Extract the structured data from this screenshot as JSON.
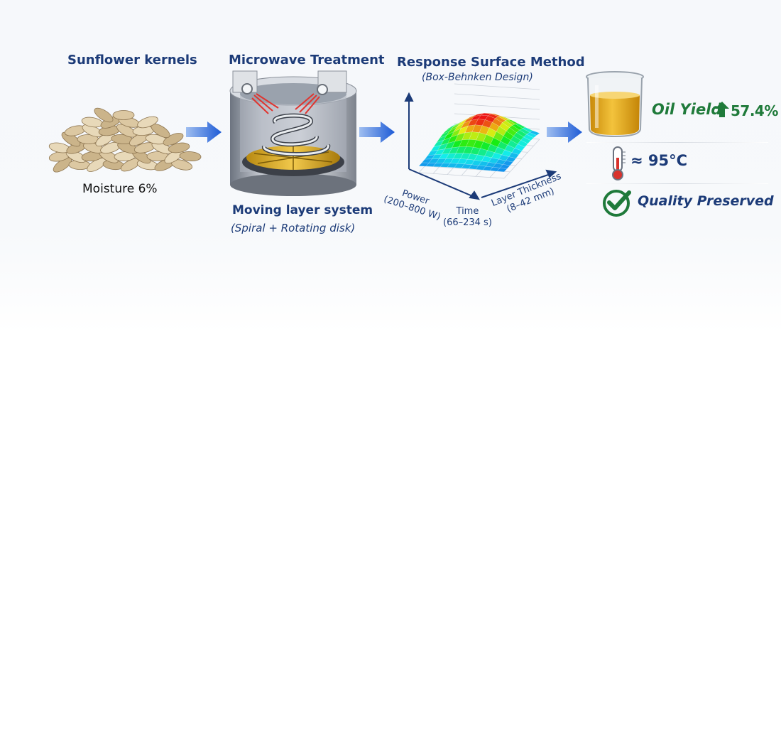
{
  "stage1": {
    "title": "Sunflower kernels",
    "caption": "Moisture 6%"
  },
  "stage2": {
    "title": "Microwave Treatment",
    "caption": "Moving layer system",
    "sub_caption": "(Spiral + Rotating disk)"
  },
  "stage3": {
    "title": "Response Surface Method",
    "subtitle": "(Box-Behnken Design)",
    "axis_power": "Power",
    "axis_power_range": "(200–800 W)",
    "axis_time": "Time",
    "axis_time_range": "(66–234 s)",
    "axis_layer": "Layer Thickness",
    "axis_layer_range": "(8–42 mm)"
  },
  "results": {
    "oil_yield_label": "Oil Yield",
    "oil_yield_value": "57.4%",
    "temperature": "≈ 95°C",
    "quality": "Quality Preserved"
  },
  "icons": [
    "seeds-icon",
    "microwave-icon",
    "surface-plot-icon",
    "beaker-oil-icon",
    "arrow-up-icon",
    "thermometer-icon",
    "checkmark-icon",
    "flow-arrow-icon"
  ],
  "colors": {
    "navy": "#1c3b78",
    "green": "#1f7a3a",
    "arrow_blue": "#1e5bd6",
    "oil": "#e2a418"
  }
}
